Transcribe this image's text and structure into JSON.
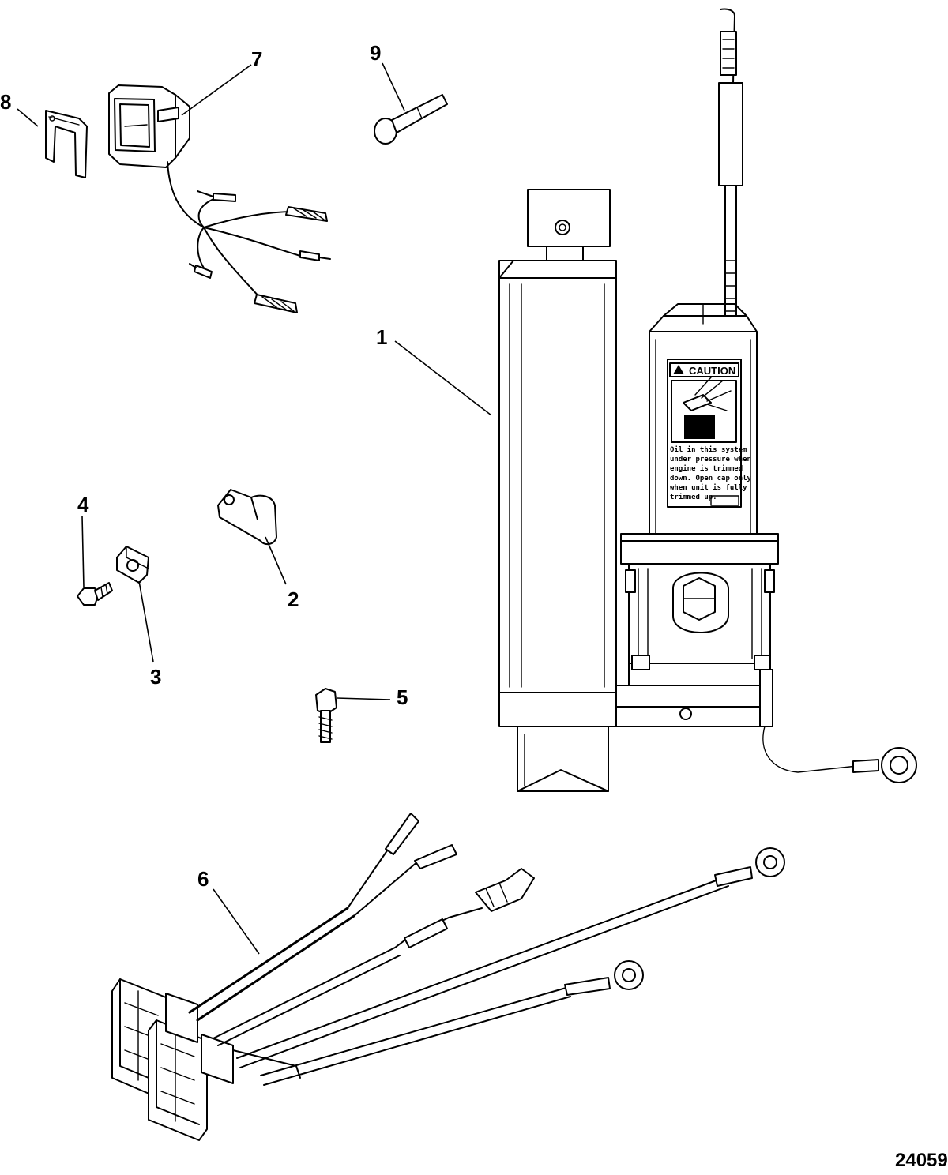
{
  "figure_number": "24059",
  "callouts": {
    "c1": "1",
    "c2": "2",
    "c3": "3",
    "c4": "4",
    "c5": "5",
    "c6": "6",
    "c7": "7",
    "c8": "8",
    "c9": "9"
  },
  "decal": {
    "heading": "CAUTION",
    "lines": [
      "Oil in this system",
      "under pressure when",
      "engine is trimmed",
      "down. Open cap only",
      "when unit is fully",
      "trimmed up."
    ]
  },
  "icons": {
    "caution_symbol": "warning-triangle-icon",
    "ring_terminal": "ring-terminal-icon"
  }
}
